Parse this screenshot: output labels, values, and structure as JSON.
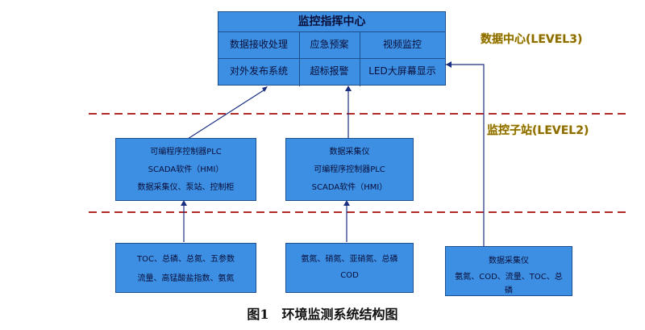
{
  "center": {
    "title": "监控指挥中心",
    "cells": [
      "数据接收处理",
      "应急预案",
      "视频监控",
      "对外发布系统",
      "超标报警",
      "LED大屏幕显示"
    ]
  },
  "levels": {
    "level3": "数据中心(LEVEL3)",
    "level2": "监控子站(LEVEL2)"
  },
  "stations": {
    "left": [
      "可编程序控制器PLC",
      "SCADA软件（HMI）",
      "数据采集仪、泵站、控制柜"
    ],
    "middle": [
      "数据采集仪",
      "可编程序控制器PLC",
      "SCADA软件（HMI）"
    ]
  },
  "sensors": {
    "left": [
      "TOC、总磷、总氮、五参数",
      "流量、高锰酸盐指数、氨氮"
    ],
    "middle": [
      "氨氮、硝氮、亚硝氮、总磷",
      "COD"
    ],
    "right": [
      "数据采集仪",
      "氨氮、COD、流量、TOC、总",
      "磷"
    ]
  },
  "caption": "图1　环境监测系统结构图",
  "colors": {
    "box_fill": "#3d8fe3",
    "box_border": "#1e4f8f",
    "dashed_line": "#b02a2a",
    "arrow": "#1a2f80",
    "level_text": "#8a6c00"
  }
}
